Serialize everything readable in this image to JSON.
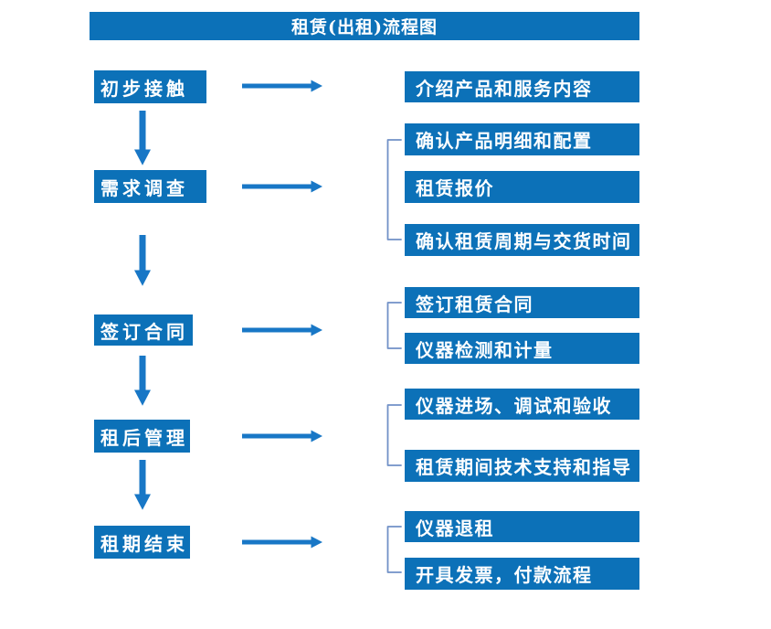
{
  "title": "租赁(出租)流程图",
  "colors": {
    "box_blue": "#0c71b8",
    "arrow_blue": "#1877c6",
    "bracket_blue": "#7191c7",
    "text_white": "#ffffff",
    "background": "#ffffff"
  },
  "steps": [
    {
      "label": "初步接触",
      "outputs": [
        "介绍产品和服务内容"
      ]
    },
    {
      "label": "需求调查",
      "outputs": [
        "确认产品明细和配置",
        "租赁报价",
        "确认租赁周期与交货时间"
      ]
    },
    {
      "label": "签订合同",
      "outputs": [
        "签订租赁合同",
        "仪器检测和计量"
      ]
    },
    {
      "label": "租后管理",
      "outputs": [
        "仪器进场、调试和验收",
        "租赁期间技术支持和指导"
      ]
    },
    {
      "label": "租期结束",
      "outputs": [
        "仪器退租",
        "开具发票，付款流程"
      ]
    }
  ]
}
